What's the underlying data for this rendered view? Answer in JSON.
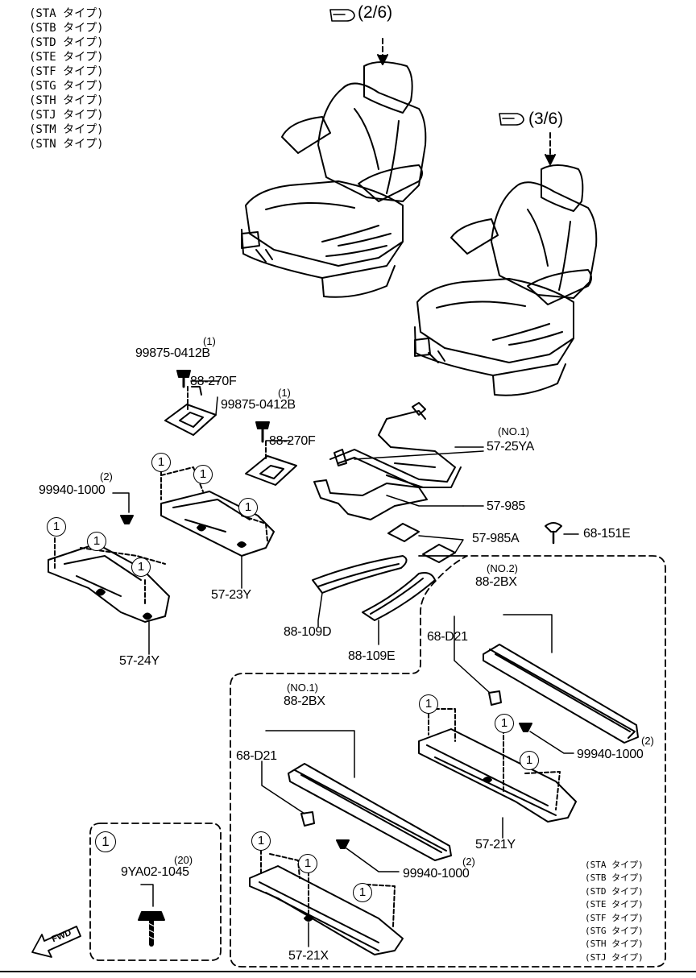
{
  "type_list_top": [
    "(STA タイプ)",
    "(STB タイプ)",
    "(STD タイプ)",
    "(STE タイプ)",
    "(STF タイプ)",
    "(STG タイプ)",
    "(STH タイプ)",
    "(STJ タイプ)",
    "(STM タイプ)",
    "(STN タイプ)"
  ],
  "type_list_bottom": [
    "(STA タイプ)",
    "(STB タイプ)",
    "(STD タイプ)",
    "(STE タイプ)",
    "(STF タイプ)",
    "(STG タイプ)",
    "(STH タイプ)",
    "(STJ タイプ)"
  ],
  "refs": {
    "seat1": "(2/6)",
    "seat2": "(3/6)"
  },
  "circle_marker": "1",
  "parts": {
    "bolt_a": "99875-0412B",
    "bolt_a_qty": "(1)",
    "clip_a": "88-270F",
    "bolt_b": "99875-0412B",
    "bolt_b_qty": "(1)",
    "clip_b": "88-270F",
    "wire_no1_note": "(NO.1)",
    "wire_no1": "57-25YA",
    "p57_985": "57-985",
    "p57_985a": "57-985A",
    "p68_151e": "68-151E",
    "screw_a": "99940-1000",
    "screw_a_qty": "(2)",
    "p57_23y": "57-23Y",
    "p57_24y": "57-24Y",
    "p88_109d": "88-109D",
    "p88_109e": "88-109E",
    "no2_note": "(NO.2)",
    "p88_2bx_2": "88-2BX",
    "p68_d21_a": "68-D21",
    "screw_b": "99940-1000",
    "screw_b_qty": "(2)",
    "p57_21y": "57-21Y",
    "no1_note": "(NO.1)",
    "p88_2bx_1": "88-2BX",
    "p68_d21_b": "68-D21",
    "screw_c": "99940-1000",
    "screw_c_qty": "(2)",
    "p57_21x": "57-21X",
    "bolt_c": "9YA02-1045",
    "bolt_c_qty": "(20)"
  },
  "fwd_label": "FWD"
}
